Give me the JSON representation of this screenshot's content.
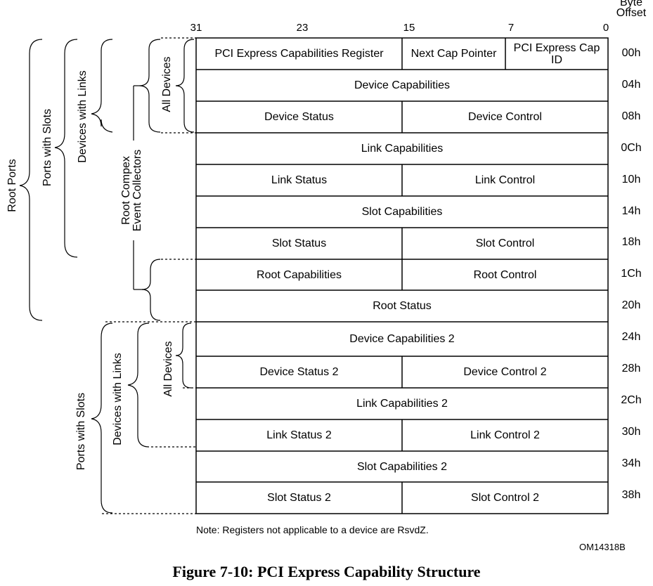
{
  "bit_numbers": [
    "31",
    "23",
    "15",
    "7",
    "0"
  ],
  "byte_offset_header": [
    "Byte",
    "Offset"
  ],
  "rows": [
    {
      "offset": "00h",
      "cells": [
        "PCI Express Capabilities Register",
        "Next Cap Pointer",
        "PCI Express Cap ID"
      ]
    },
    {
      "offset": "04h",
      "cells": [
        "Device Capabilities"
      ]
    },
    {
      "offset": "08h",
      "cells": [
        "Device Status",
        "Device Control"
      ]
    },
    {
      "offset": "0Ch",
      "cells": [
        "Link Capabilities"
      ]
    },
    {
      "offset": "10h",
      "cells": [
        "Link Status",
        "Link Control"
      ]
    },
    {
      "offset": "14h",
      "cells": [
        "Slot Capabilities"
      ]
    },
    {
      "offset": "18h",
      "cells": [
        "Slot Status",
        "Slot Control"
      ]
    },
    {
      "offset": "1Ch",
      "cells": [
        "Root Capabilities",
        "Root Control"
      ]
    },
    {
      "offset": "20h",
      "cells": [
        "Root Status"
      ]
    },
    {
      "offset": "24h",
      "cells": [
        "Device Capabilities 2"
      ]
    },
    {
      "offset": "28h",
      "cells": [
        "Device Status 2",
        "Device Control 2"
      ]
    },
    {
      "offset": "2Ch",
      "cells": [
        "Link Capabilities 2"
      ]
    },
    {
      "offset": "30h",
      "cells": [
        "Link Status 2",
        "Link Control 2"
      ]
    },
    {
      "offset": "34h",
      "cells": [
        "Slot Capabilities 2"
      ]
    },
    {
      "offset": "38h",
      "cells": [
        "Slot Status 2",
        "Slot Control 2"
      ]
    }
  ],
  "brackets": {
    "root_ports": "Root Ports",
    "ports_with_slots_1": "Ports with Slots",
    "devices_with_links_1": "Devices with Links",
    "all_devices_1": "All Devices",
    "root_complex_event_collectors": [
      "Root Compex",
      "Event Collectors"
    ],
    "ports_with_slots_2": "Ports with Slots",
    "devices_with_links_2": "Devices with Links",
    "all_devices_2": "All Devices"
  },
  "note": "Note:  Registers not applicable to a device are RsvdZ.",
  "figure_id": "OM14318B",
  "caption": "Figure 7-10:  PCI Express Capability Structure"
}
